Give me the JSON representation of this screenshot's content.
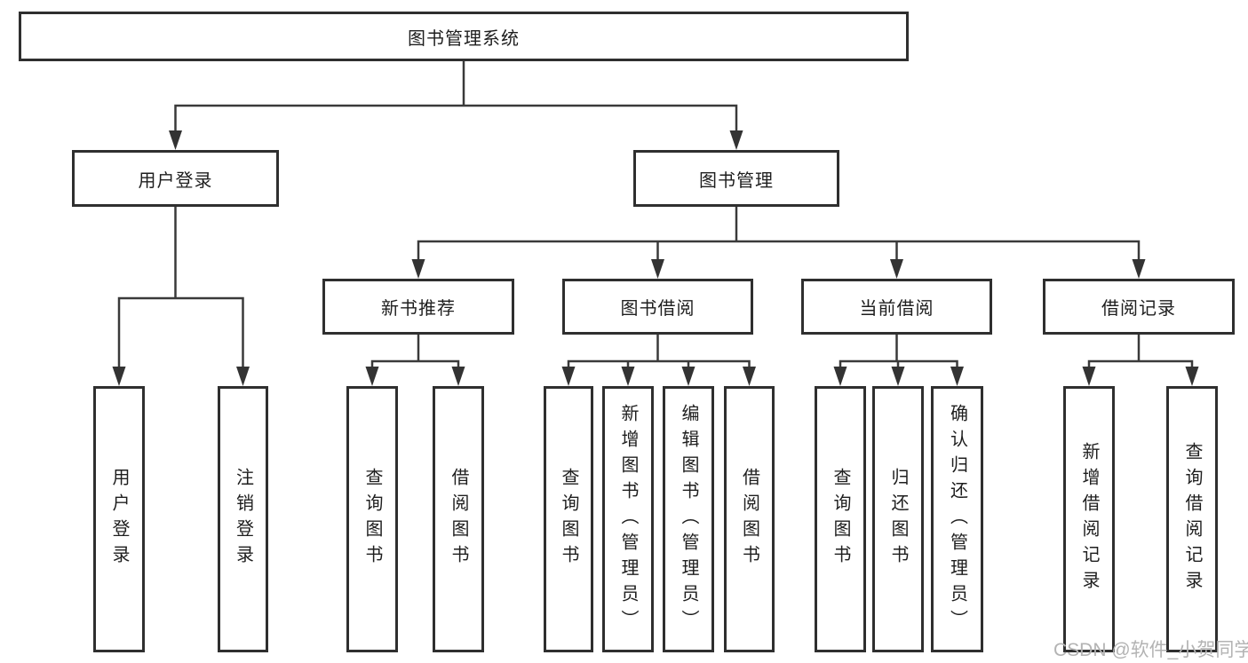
{
  "watermark": {
    "text": "CSDN @软件_小贺同学",
    "color": "#b3b3b3"
  },
  "colors": {
    "line": "#3a3a3a",
    "box_border": "#2f2f2f",
    "text": "#1e1e1e",
    "background": "#ffffff",
    "watermark": "#b3b3b3"
  },
  "tree": {
    "label": "图书管理系统",
    "children": [
      {
        "label": "用户登录",
        "children": [
          {
            "label": "用户登录"
          },
          {
            "label": "注销登录"
          }
        ]
      },
      {
        "label": "图书管理",
        "children": [
          {
            "label": "新书推荐",
            "children": [
              {
                "label": "查询图书"
              },
              {
                "label": "借阅图书"
              }
            ]
          },
          {
            "label": "图书借阅",
            "children": [
              {
                "label": "查询图书"
              },
              {
                "label": "新增图书（管理员）"
              },
              {
                "label": "编辑图书（管理员）"
              },
              {
                "label": "借阅图书"
              }
            ]
          },
          {
            "label": "当前借阅",
            "children": [
              {
                "label": "查询图书"
              },
              {
                "label": "归还图书"
              },
              {
                "label": "确认归还（管理员）"
              }
            ]
          },
          {
            "label": "借阅记录",
            "children": [
              {
                "label": "新增借阅记录"
              },
              {
                "label": "查询借阅记录"
              }
            ]
          }
        ]
      }
    ]
  }
}
